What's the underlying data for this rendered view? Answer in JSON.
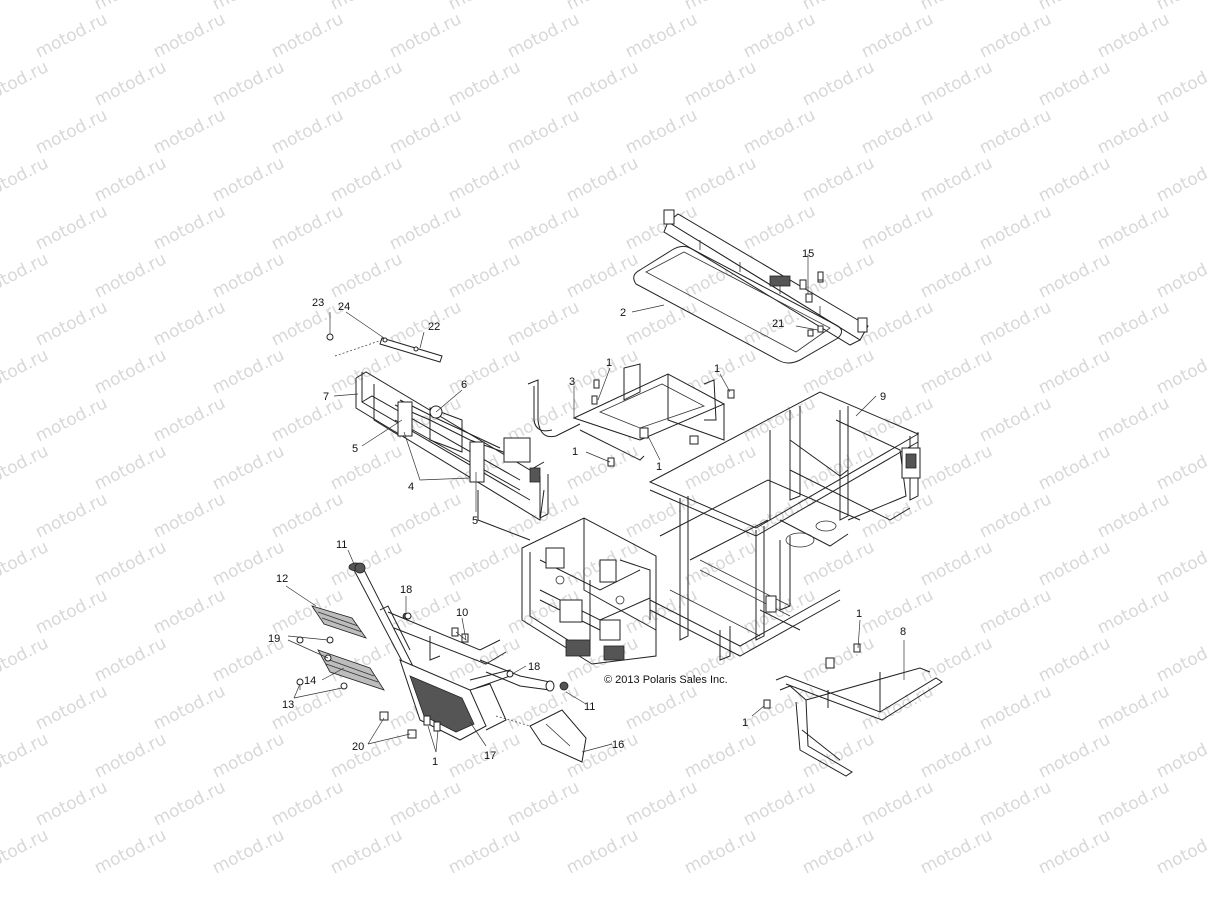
{
  "watermark": {
    "text": "motod.ru"
  },
  "copyright": "© 2013 Polaris Sales Inc.",
  "callouts": [
    "1",
    "1",
    "1",
    "1",
    "1",
    "1",
    "1",
    "2",
    "3",
    "4",
    "5",
    "5",
    "6",
    "7",
    "8",
    "9",
    "10",
    "11",
    "11",
    "12",
    "13",
    "14",
    "15",
    "16",
    "17",
    "18",
    "18",
    "19",
    "20",
    "21",
    "22",
    "23",
    "24"
  ]
}
